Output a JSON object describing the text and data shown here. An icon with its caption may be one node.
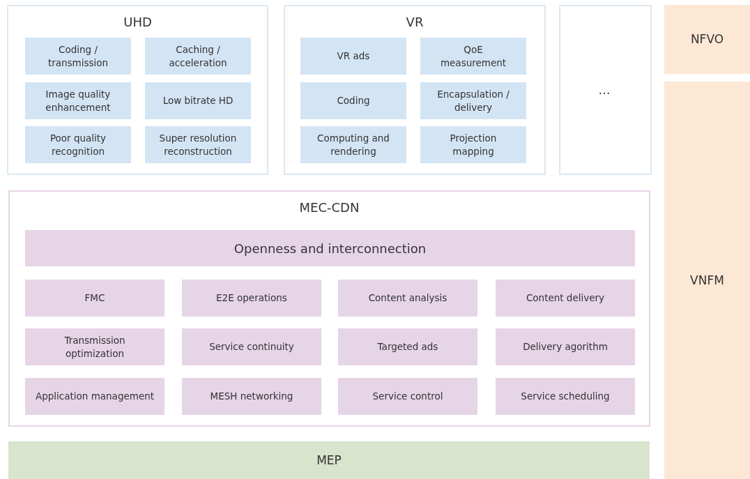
{
  "diagram": {
    "nodes": [
      {
        "text": [
          "UHD"
        ]
      },
      {
        "text": [
          "Coding / transmission"
        ],
        "in": 0
      },
      {
        "text": [
          "Caching / acceleration"
        ],
        "in": 0
      },
      {
        "text": [
          "Image quality enhancement"
        ],
        "in": 0
      },
      {
        "text": [
          "Low bitrate HD"
        ],
        "in": 0
      },
      {
        "text": [
          "Poor quality recognition"
        ],
        "in": 0
      },
      {
        "text": [
          "Super resolution reconstruction"
        ],
        "in": 0
      },
      {
        "text": [
          "VR"
        ]
      },
      {
        "text": [
          "VR ads"
        ],
        "in": 7
      },
      {
        "text": [
          "QoE measurement"
        ],
        "in": 7
      },
      {
        "text": [
          "Coding"
        ],
        "in": 7
      },
      {
        "text": [
          "Encapsulation / delivery"
        ],
        "in": 7
      },
      {
        "text": [
          "Computing and rendering"
        ],
        "in": 7
      },
      {
        "text": [
          "Projection mapping"
        ],
        "in": 7
      },
      {
        "text": [
          "…"
        ]
      },
      {
        "text": [
          "NFVO"
        ]
      },
      {
        "text": [
          "VNFM"
        ]
      },
      {
        "text": [
          "MEC-CDN"
        ]
      },
      {
        "text": [
          "Openness and interconnection"
        ],
        "in": 17
      },
      {
        "text": [
          "FMC"
        ],
        "in": 17
      },
      {
        "text": [
          "E2E operations"
        ],
        "in": 17
      },
      {
        "text": [
          "Content analysis"
        ],
        "in": 17
      },
      {
        "text": [
          "Content delivery"
        ],
        "in": 17
      },
      {
        "text": [
          "Transmission optimization"
        ],
        "in": 17
      },
      {
        "text": [
          "Service continuity"
        ],
        "in": 17
      },
      {
        "text": [
          "Targeted ads"
        ],
        "in": 17
      },
      {
        "text": [
          "Delivery agorithm"
        ],
        "in": 17
      },
      {
        "text": [
          "Application management"
        ],
        "in": 17
      },
      {
        "text": [
          "MESH networking"
        ],
        "in": 17
      },
      {
        "text": [
          "Service control"
        ],
        "in": 17
      },
      {
        "text": [
          "Service scheduling"
        ],
        "in": 17
      },
      {
        "text": [
          "MEP"
        ]
      }
    ]
  }
}
